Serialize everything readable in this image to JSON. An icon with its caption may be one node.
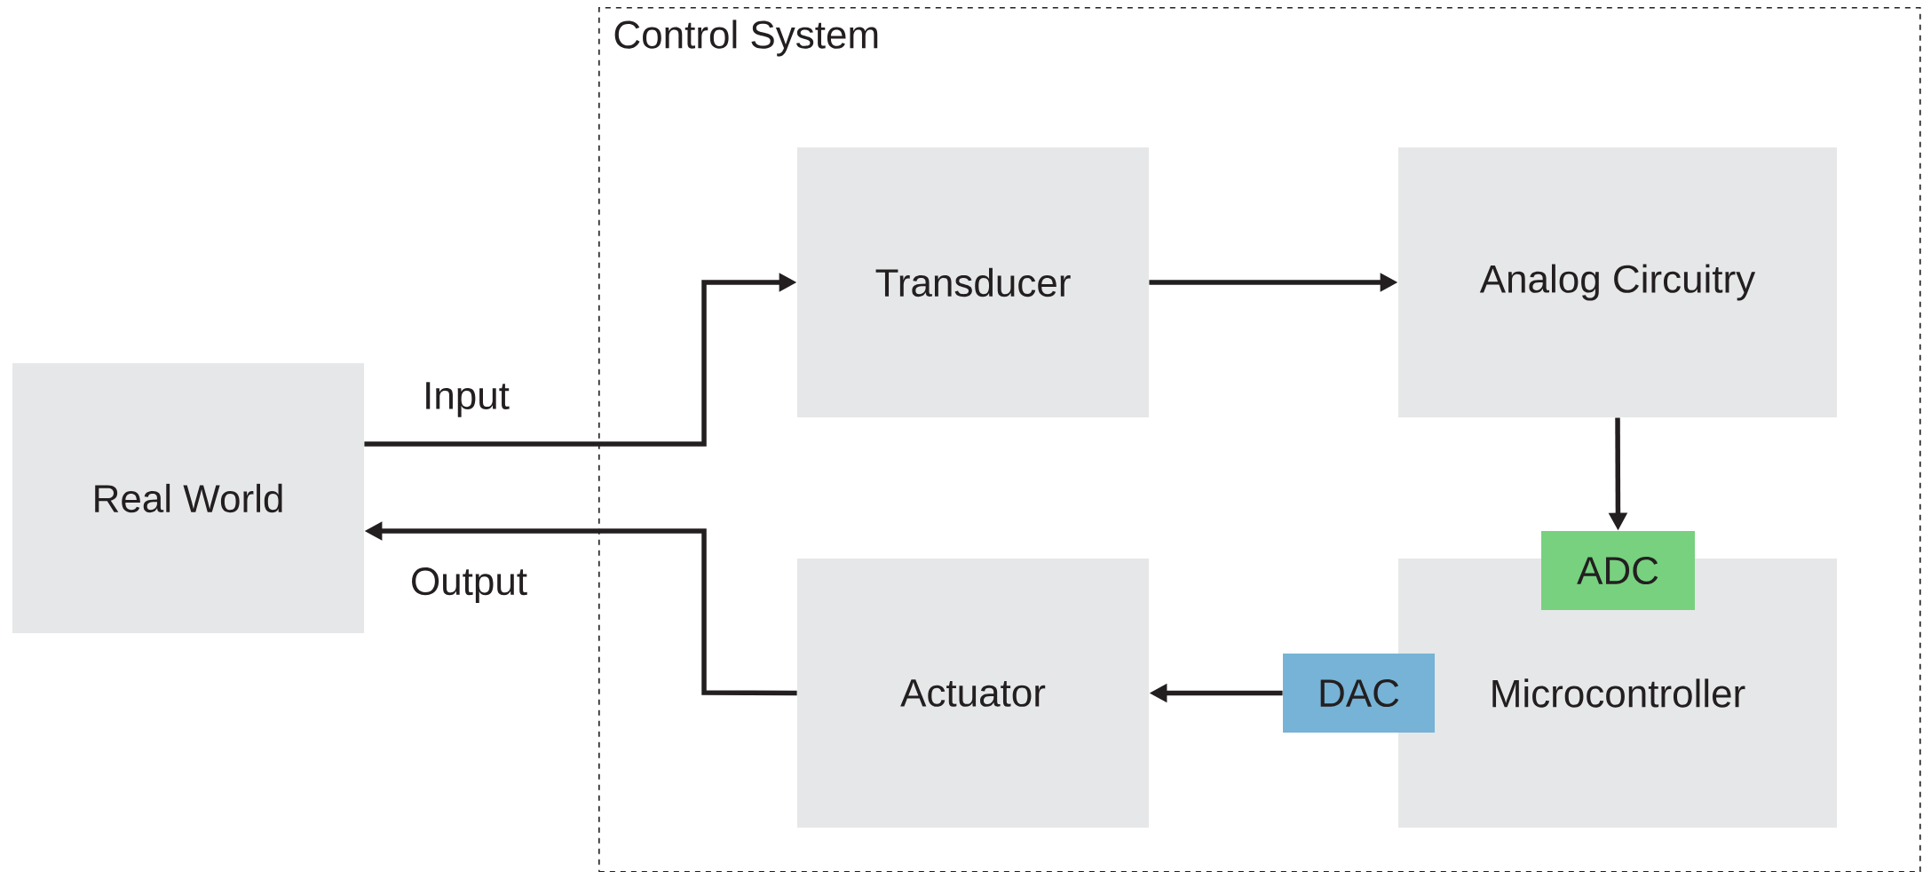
{
  "diagram": {
    "nodes": [
      {
        "text": [
          "Real World"
        ]
      },
      {
        "text": [
          "Control System"
        ]
      },
      {
        "text": [
          "Transducer"
        ],
        "in": 1
      },
      {
        "text": [
          "Analog Circuitry"
        ],
        "in": 1
      },
      {
        "text": [
          "Actuator"
        ],
        "in": 1
      },
      {
        "text": [
          "Microcontroller"
        ],
        "in": 1
      },
      {
        "text": [
          "ADC"
        ],
        "in": 1
      },
      {
        "text": [
          "DAC"
        ],
        "in": 1
      }
    ],
    "edges": [
      {
        "from": 0,
        "to": 2,
        "arrow": "to",
        "label": "Input"
      },
      {
        "from": 2,
        "to": 3,
        "arrow": "to"
      },
      {
        "from": 3,
        "to": 6,
        "arrow": "to"
      },
      {
        "from": 7,
        "to": 4,
        "arrow": "to"
      },
      {
        "from": 4,
        "to": 0,
        "arrow": "to",
        "label": "Output"
      }
    ]
  }
}
